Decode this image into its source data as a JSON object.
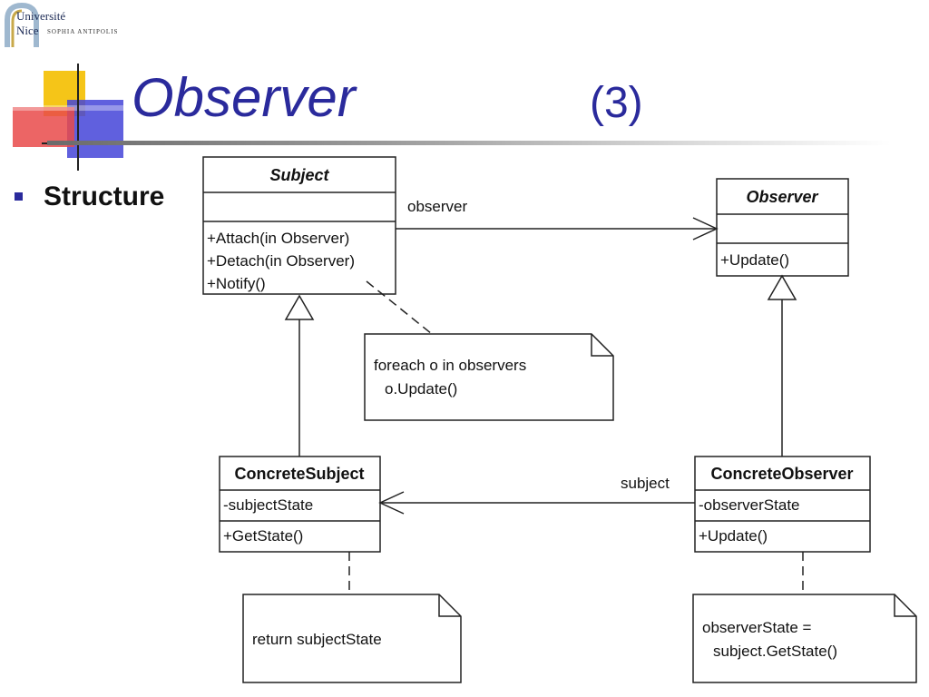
{
  "logo": {
    "line1": "Université",
    "line2": "Nice",
    "line3": "SOPHIA ANTIPOLIS"
  },
  "title": {
    "main": "Observer",
    "number": "(3)"
  },
  "bullet": {
    "text": "Structure"
  },
  "diagram": {
    "subject": {
      "name": "Subject",
      "ops": [
        "+Attach(in Observer)",
        "+Detach(in Observer)",
        "+Notify()"
      ]
    },
    "observer": {
      "name": "Observer",
      "ops": [
        "+Update()"
      ]
    },
    "concrete_subject": {
      "name": "ConcreteSubject",
      "attrs": [
        "-subjectState"
      ],
      "ops": [
        "+GetState()"
      ]
    },
    "concrete_observer": {
      "name": "ConcreteObserver",
      "attrs": [
        "-observerState"
      ],
      "ops": [
        "+Update()"
      ]
    },
    "assoc_observer_label": "observer",
    "assoc_subject_label": "subject",
    "note_notify": [
      "foreach o in observers",
      "o.Update()"
    ],
    "note_getstate": [
      "return subjectState"
    ],
    "note_update": [
      "observerState =",
      "subject.GetState()"
    ]
  },
  "colors": {
    "title": "#2a2a9c",
    "deco_yellow": "#f5c518",
    "deco_red": "#e23b3b",
    "deco_blue": "#3b3bd6"
  }
}
